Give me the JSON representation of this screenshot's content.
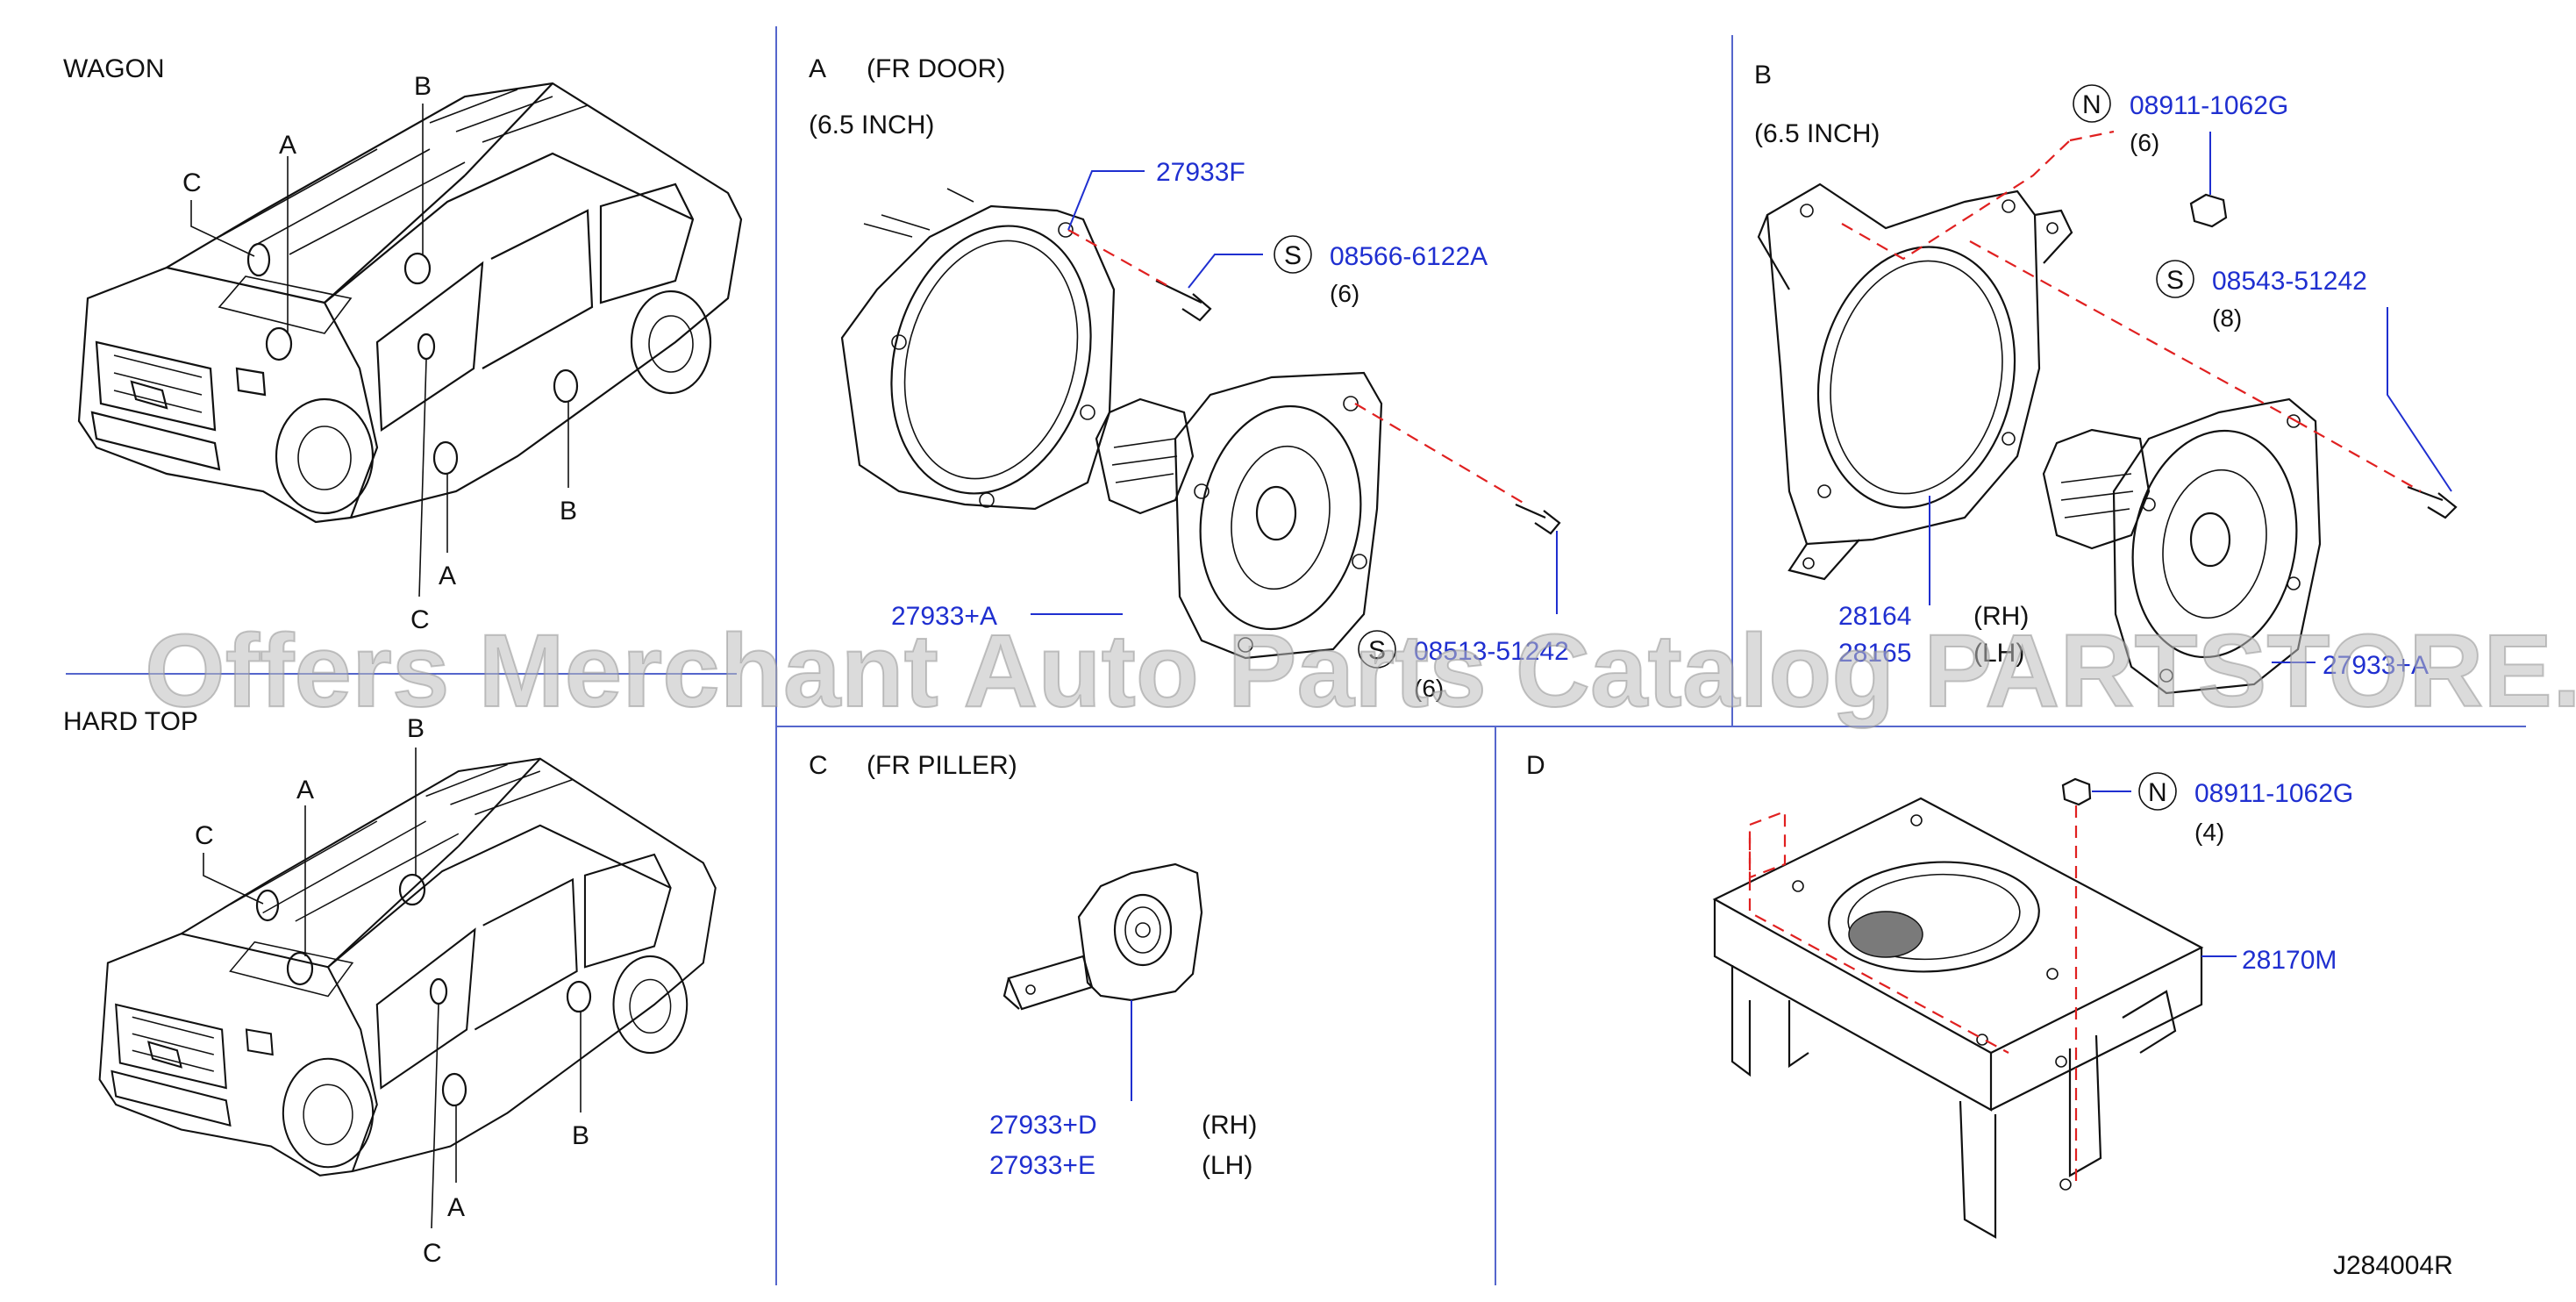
{
  "drawing_code": "J284004R",
  "watermark": "Offers Merchant Auto Parts Catalog PARTSTORE.SA",
  "colors": {
    "part_number": "#1f2fd0",
    "fastener_path": "#e02020",
    "separator": "#5566cc",
    "line": "#111111"
  },
  "vehicles": [
    {
      "title": "WAGON",
      "callouts": [
        "A",
        "B",
        "C",
        "A",
        "B",
        "C"
      ]
    },
    {
      "title": "HARD  TOP",
      "callouts": [
        "A",
        "B",
        "C",
        "A",
        "B",
        "C"
      ]
    }
  ],
  "panel_a": {
    "letter": "A",
    "title": "(FR  DOOR)",
    "size": "(6.5  INCH)",
    "parts": [
      {
        "code": "",
        "number": "27933F",
        "qty": ""
      },
      {
        "code": "S",
        "number": "08566-6122A",
        "qty": "(6)"
      },
      {
        "code": "",
        "number": "27933+A",
        "qty": ""
      },
      {
        "code": "S",
        "number": "08513-51242",
        "qty": "(6)"
      }
    ]
  },
  "panel_b": {
    "letter": "B",
    "size": "(6.5  INCH)",
    "parts": [
      {
        "code": "N",
        "number": "08911-1062G",
        "qty": "(6)"
      },
      {
        "code": "S",
        "number": "08543-51242",
        "qty": "(8)"
      },
      {
        "code": "",
        "number": "28164",
        "side": "(RH)"
      },
      {
        "code": "",
        "number": "28165",
        "side": "(LH)"
      },
      {
        "code": "",
        "number": "27933+A",
        "qty": ""
      }
    ]
  },
  "panel_c": {
    "letter": "C",
    "title": "(FR  PILLER)",
    "parts": [
      {
        "number": "27933+D",
        "side": "(RH)"
      },
      {
        "number": "27933+E",
        "side": "(LH)"
      }
    ]
  },
  "panel_d": {
    "letter": "D",
    "parts": [
      {
        "code": "N",
        "number": "08911-1062G",
        "qty": "(4)"
      },
      {
        "code": "",
        "number": "28170M",
        "qty": ""
      }
    ]
  }
}
